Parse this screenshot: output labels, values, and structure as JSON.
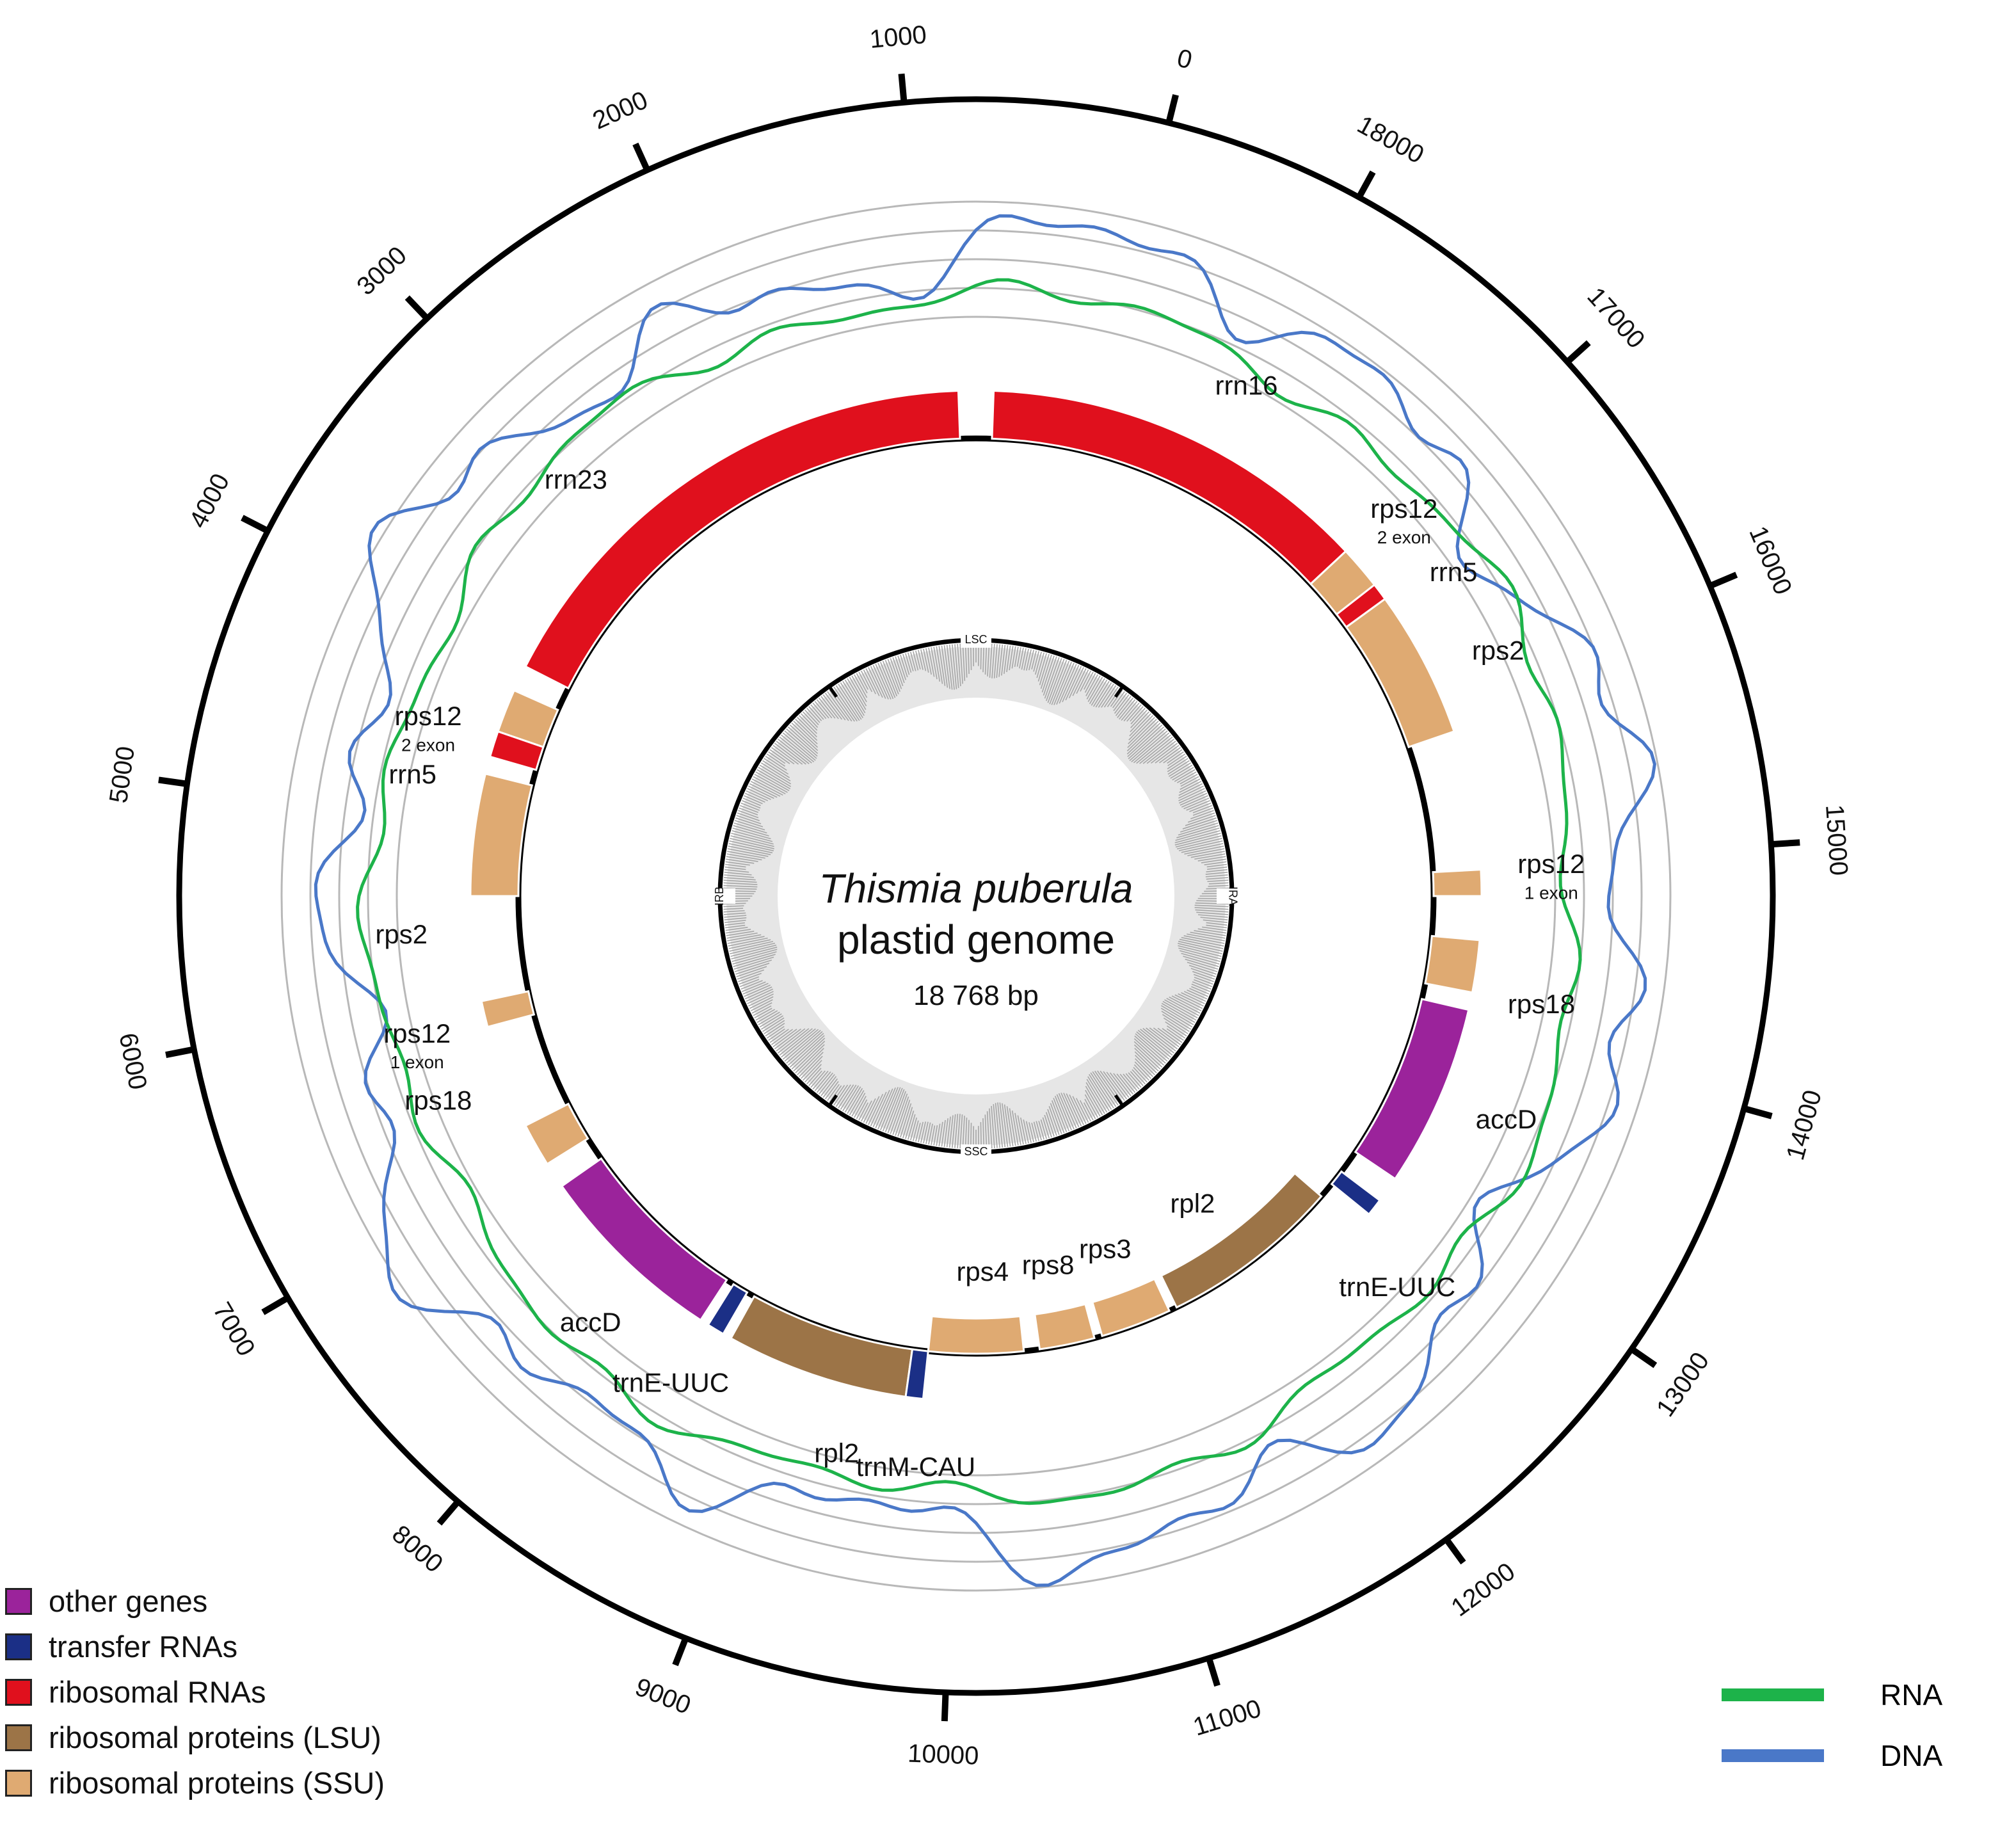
{
  "title": {
    "species": "Thismia puberula",
    "subtitle": "plastid genome",
    "size": "18 768 bp"
  },
  "genome_length": 18768,
  "position_ticks": [
    "0",
    "1000",
    "2000",
    "3000",
    "4000",
    "5000",
    "6000",
    "7000",
    "8000",
    "9000",
    "10000",
    "11000",
    "12000",
    "13000",
    "14000",
    "15000",
    "16000",
    "17000",
    "18000"
  ],
  "regions": [
    "LSC",
    "IRA",
    "SSC",
    "IRB"
  ],
  "gene_colors": {
    "other": "#9b239b",
    "trna": "#1b2f86",
    "rrna": "#e0101d",
    "lsu": "#9c7447",
    "ssu": "#dfaa72"
  },
  "genes": [
    {
      "name": "rrn23",
      "type": "rrna",
      "start_deg": -63,
      "end_deg": -2,
      "ring": "outer",
      "label_deg": -44
    },
    {
      "name": "rrn16",
      "type": "rrna",
      "start_deg": 2,
      "end_deg": 47,
      "ring": "outer",
      "label_deg": 28
    },
    {
      "name": "rps12",
      "sub": "2 exon",
      "type": "ssu",
      "start_deg": -71,
      "end_deg": -66,
      "ring": "outer",
      "label_deg": -72
    },
    {
      "name": "rrn5",
      "type": "rrna",
      "start_deg": -74,
      "end_deg": -71,
      "ring": "outer",
      "label_deg": -78
    },
    {
      "name": "rps2",
      "type": "ssu",
      "start_deg": -90,
      "end_deg": -76,
      "ring": "outer",
      "label_deg": -94
    },
    {
      "name": "rps12",
      "sub": "1 exon",
      "type": "ssu",
      "start_deg": -105,
      "end_deg": -102,
      "ring": "outer",
      "label_deg": -104
    },
    {
      "name": "rps18",
      "type": "ssu",
      "start_deg": -122,
      "end_deg": -117,
      "ring": "outer",
      "label_deg": -111
    },
    {
      "name": "accD",
      "type": "other",
      "start_deg": -147,
      "end_deg": -125,
      "ring": "outer",
      "label_deg": -138
    },
    {
      "name": "trnE-UUC",
      "type": "trna",
      "start_deg": -150,
      "end_deg": -148,
      "ring": "outer",
      "label_deg": -148
    },
    {
      "name": "rpl2",
      "type": "lsu",
      "start_deg": -172,
      "end_deg": -151,
      "ring": "outer",
      "label_deg": -166
    },
    {
      "name": "trnM-CAU",
      "type": "trna",
      "start_deg": -174,
      "end_deg": -172,
      "ring": "outer",
      "label_deg": -174
    },
    {
      "name": "rps4",
      "type": "ssu",
      "start_deg": 174,
      "end_deg": -174,
      "ring": "inner",
      "label_deg": 179
    },
    {
      "name": "rps8",
      "type": "ssu",
      "start_deg": 165,
      "end_deg": 172,
      "ring": "inner",
      "label_deg": 169
    },
    {
      "name": "rps3",
      "type": "ssu",
      "start_deg": 155,
      "end_deg": 164,
      "ring": "inner",
      "label_deg": 160
    },
    {
      "name": "rpl2",
      "type": "lsu",
      "start_deg": 131,
      "end_deg": 154,
      "ring": "inner",
      "label_deg": 145
    },
    {
      "name": "trnE-UUC",
      "type": "trna",
      "start_deg": 127,
      "end_deg": 129,
      "ring": "outer",
      "label_deg": 133
    },
    {
      "name": "accD",
      "type": "other",
      "start_deg": 103,
      "end_deg": 124,
      "ring": "outer",
      "label_deg": 113
    },
    {
      "name": "rps18",
      "type": "ssu",
      "start_deg": 95,
      "end_deg": 101,
      "ring": "outer",
      "label_deg": 101
    },
    {
      "name": "rps12",
      "sub": "1 exon",
      "type": "ssu",
      "start_deg": 87,
      "end_deg": 90,
      "ring": "outer",
      "label_deg": 87
    },
    {
      "name": "rps2",
      "type": "ssu",
      "start_deg": 54,
      "end_deg": 71,
      "ring": "outer",
      "label_deg": 65
    },
    {
      "name": "rrn5",
      "type": "rrna",
      "start_deg": 52,
      "end_deg": 54,
      "ring": "outer",
      "label_deg": 56
    },
    {
      "name": "rps12",
      "sub": "2 exon",
      "type": "ssu",
      "start_deg": 47,
      "end_deg": 52,
      "ring": "outer",
      "label_deg": 48
    }
  ],
  "legend": [
    {
      "label": "other genes",
      "color": "#9b239b"
    },
    {
      "label": "transfer RNAs",
      "color": "#1b2f86"
    },
    {
      "label": "ribosomal RNAs",
      "color": "#e0101d"
    },
    {
      "label": "ribosomal proteins (LSU)",
      "color": "#9c7447"
    },
    {
      "label": "ribosomal proteins (SSU)",
      "color": "#dfaa72"
    }
  ],
  "line_legend": [
    {
      "label": "RNA",
      "color": "#1db34a"
    },
    {
      "label": "DNA",
      "color": "#4a78c8"
    }
  ]
}
